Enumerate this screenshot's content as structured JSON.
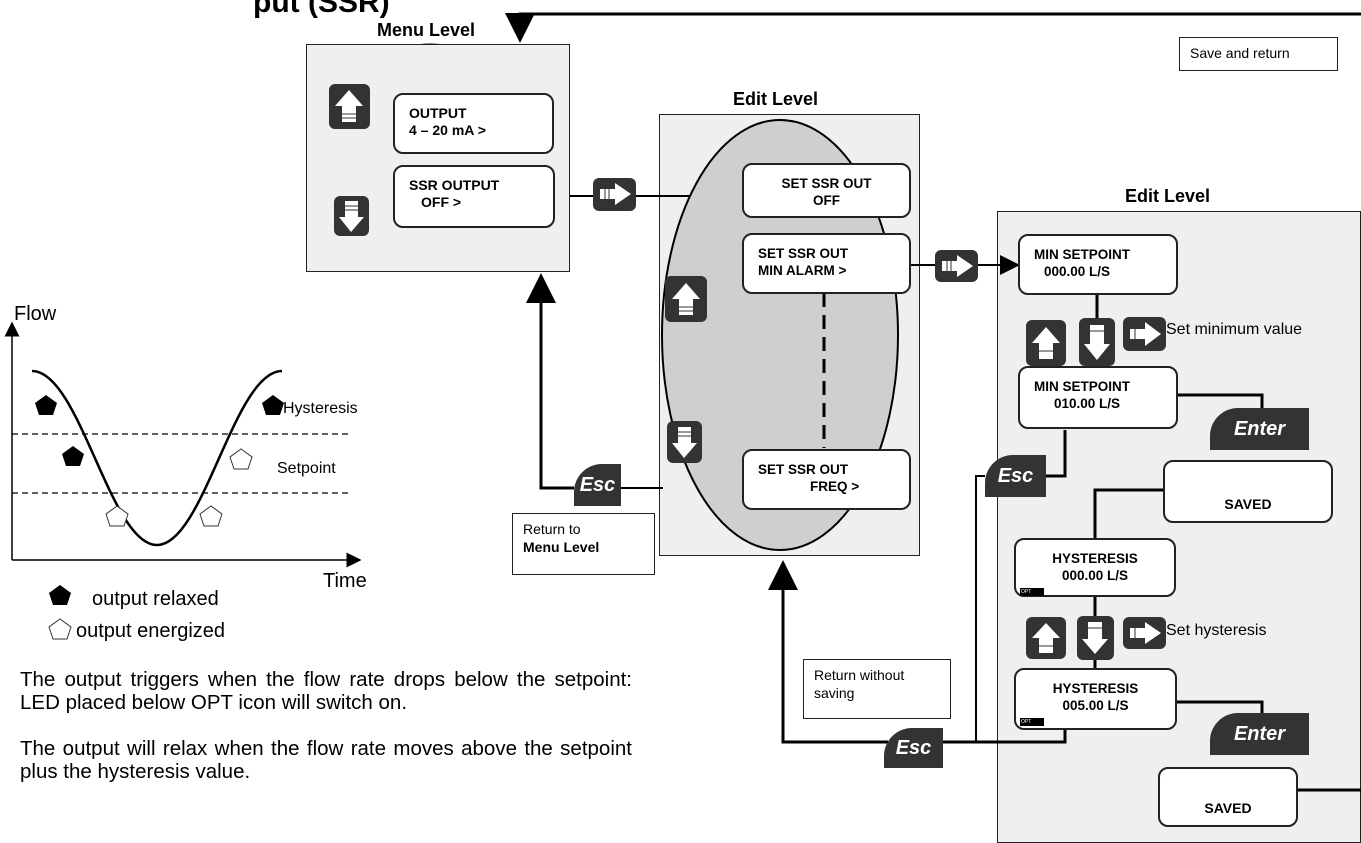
{
  "header_partial": "put (SSR)",
  "menu_level": {
    "title": "Menu Level",
    "output_item": {
      "line1": "OUTPUT",
      "line2": "4 – 20 mA   >"
    },
    "ssr_item": {
      "line1": "SSR  OUTPUT",
      "line2": "OFF          >"
    }
  },
  "edit_level_1": {
    "title": "Edit Level",
    "item_off": {
      "line1": "SET  SSR  OUT",
      "line2": "OFF"
    },
    "item_min_alarm": {
      "line1": "SET  SSR  OUT",
      "line2": "MIN ALARM  >"
    },
    "item_freq": {
      "line1": "SET  SSR  OUT",
      "line2": "FREQ  >"
    }
  },
  "edit_level_2": {
    "title": "Edit Level",
    "min_setpoint_initial": {
      "line1": "MIN  SETPOINT",
      "line2": "000.00  L/S"
    },
    "set_min_caption": "Set minimum value",
    "min_setpoint_edited": {
      "line1": "MIN  SETPOINT",
      "line2": "010.00  L/S"
    },
    "saved_1": "SAVED",
    "hysteresis_initial": {
      "line1": "HYSTERESIS",
      "line2": "000.00  L/S"
    },
    "set_hyst_caption": "Set hysteresis",
    "hysteresis_edited": {
      "line1": "HYSTERESIS",
      "line2": "005.00  L/S"
    },
    "saved_2": "SAVED",
    "opt_icon_label": "OPT"
  },
  "keys": {
    "esc": "Esc",
    "enter": "Enter"
  },
  "notes": {
    "save_and_return": "Save and return",
    "return_to_line1": "Return to",
    "return_to_line2": "Menu Level",
    "return_without_line1": "Return without",
    "return_without_line2": "saving"
  },
  "graph": {
    "y_label": "Flow",
    "x_label": "Time",
    "hysteresis_label": "Hysteresis",
    "setpoint_label": "Setpoint"
  },
  "legend": {
    "relaxed": "output relaxed",
    "energized": "output energized"
  },
  "paragraphs": [
    "The output triggers when the flow rate drops below the setpoint: LED placed below OPT icon will switch on.",
    "The output will relax when the flow rate moves above the setpoint plus the hysteresis value."
  ]
}
